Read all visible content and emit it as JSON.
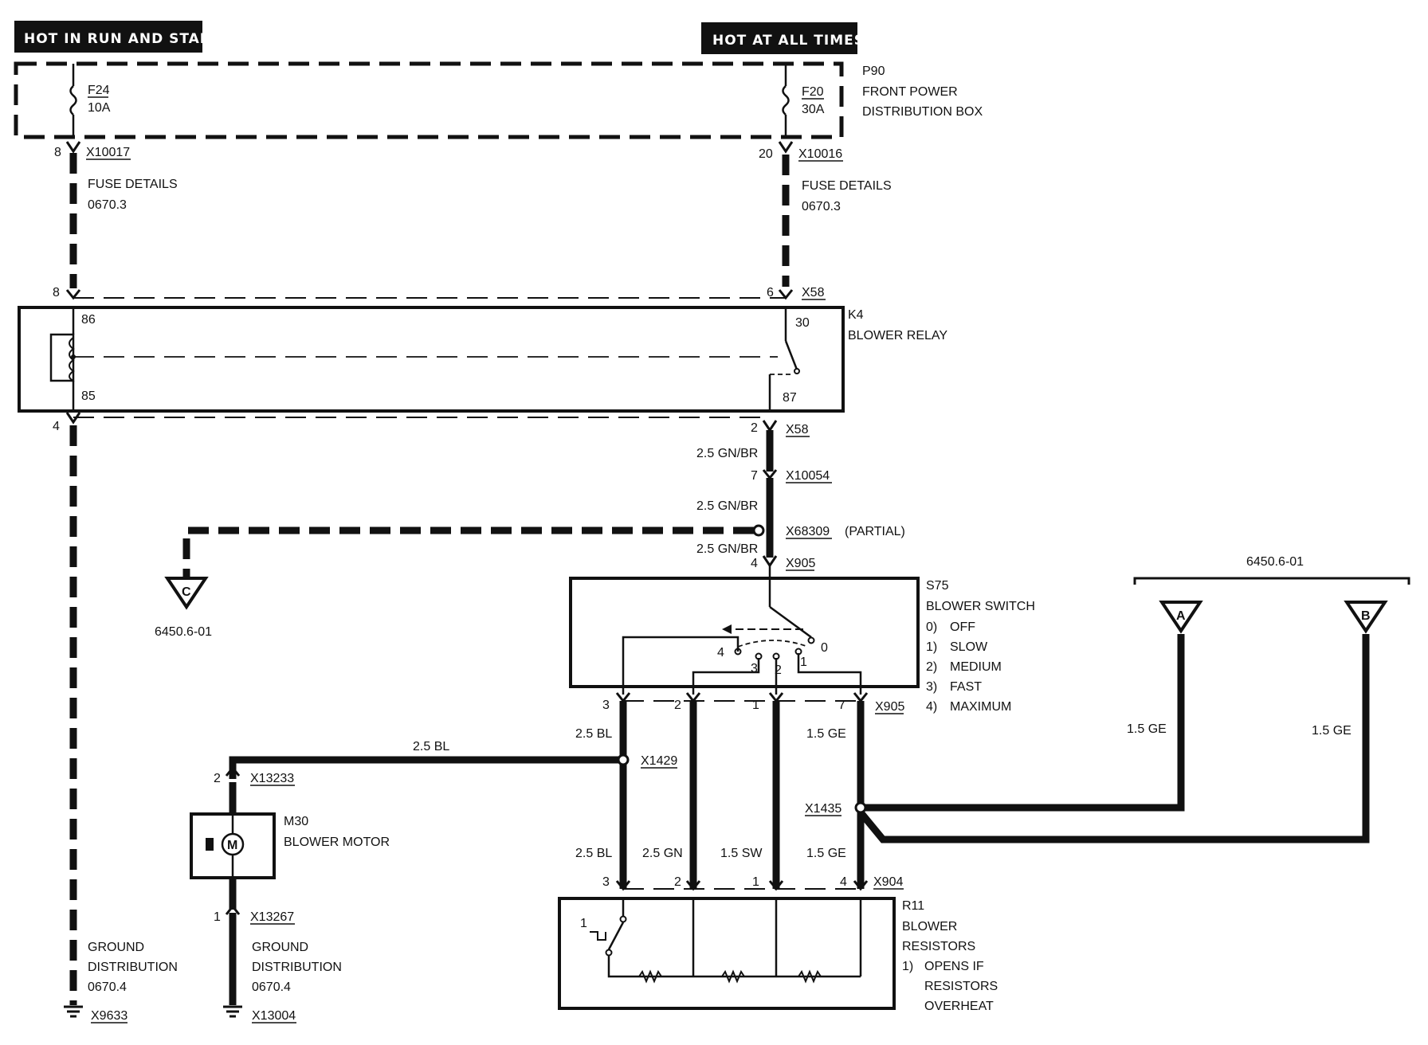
{
  "headers": {
    "left": "HOT IN RUN AND START",
    "right": "HOT AT ALL TIMES"
  },
  "power_box": {
    "ref": "P90",
    "line1": "FRONT POWER",
    "line2": "DISTRIBUTION BOX"
  },
  "fuses": [
    {
      "id": "F24",
      "rating": "10A"
    },
    {
      "id": "F20",
      "rating": "30A"
    }
  ],
  "connectors": {
    "left_top": {
      "pin": "8",
      "name": "X10017"
    },
    "right_top": {
      "pin": "20",
      "name": "X10016"
    },
    "relay_left_in": {
      "pin": "8"
    },
    "relay_right_in": {
      "pin": "6",
      "name": "X58"
    },
    "relay_left_out": {
      "pin": "4"
    },
    "relay_right_out": {
      "pin": "2",
      "name": "X58"
    },
    "splice1": {
      "pin": "7",
      "name": "X10054"
    },
    "splice_partial": {
      "name": "X68309",
      "note": "(PARTIAL)"
    },
    "switch_in": {
      "pin": "4",
      "name": "X905"
    },
    "switch_out": {
      "pins": [
        "3",
        "2",
        "1",
        "7"
      ],
      "name": "X905"
    },
    "motor_splice": {
      "name": "X1429"
    },
    "motor_top": {
      "pin": "2",
      "name": "X13233"
    },
    "motor_bottom": {
      "pin": "1",
      "name": "X13267"
    },
    "ge_splice": {
      "name": "X1435"
    },
    "resistor_in": {
      "pins": [
        "3",
        "2",
        "1",
        "4"
      ],
      "name": "X904"
    }
  },
  "fuse_details": {
    "label": "FUSE DETAILS",
    "ref_left": "0670.3",
    "ref_right": "0670.3"
  },
  "relay": {
    "ref": "K4",
    "name": "BLOWER RELAY",
    "pins": {
      "p86": "86",
      "p85": "85",
      "p30": "30",
      "p87": "87"
    }
  },
  "wires": {
    "gnbr": "2.5 GN/BR",
    "bl": "2.5 BL",
    "gn": "2.5 GN",
    "sw": "1.5 SW",
    "ge": "1.5 GE"
  },
  "blower_switch": {
    "ref": "S75",
    "name": "BLOWER SWITCH",
    "positions": [
      {
        "num": "0)",
        "label": "OFF"
      },
      {
        "num": "1)",
        "label": "SLOW"
      },
      {
        "num": "2)",
        "label": "MEDIUM"
      },
      {
        "num": "3)",
        "label": "FAST"
      },
      {
        "num": "4)",
        "label": "MAXIMUM"
      }
    ],
    "contacts": [
      "4",
      "3",
      "2",
      "1",
      "0"
    ]
  },
  "motor": {
    "ref": "M30",
    "name": "BLOWER MOTOR",
    "symbol": "M"
  },
  "resistors": {
    "ref": "R11",
    "name_line1": "BLOWER",
    "name_line2": "RESISTORS",
    "note_num": "1)",
    "note_line1": "OPENS IF",
    "note_line2": "RESISTORS",
    "note_line3": "OVERHEAT",
    "thermal_label": "1"
  },
  "ground_left": {
    "line1": "GROUND",
    "line2": "DISTRIBUTION",
    "ref": "0670.4",
    "point": "X9633"
  },
  "ground_right": {
    "line1": "GROUND",
    "line2": "DISTRIBUTION",
    "ref": "0670.4",
    "point": "X13004"
  },
  "offpage": {
    "c": {
      "letter": "C",
      "ref": "6450.6-01"
    },
    "ab_ref": "6450.6-01",
    "a": {
      "letter": "A"
    },
    "b": {
      "letter": "B"
    }
  },
  "icons": [
    "fuse-icon",
    "relay-coil-icon",
    "motor-icon",
    "ground-icon",
    "resistor-icon",
    "thermal-switch-icon",
    "offpage-triangle-icon",
    "splice-dot-icon",
    "connector-arrow-icon"
  ]
}
